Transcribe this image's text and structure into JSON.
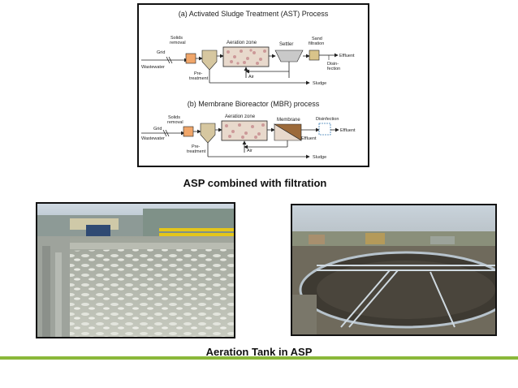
{
  "diagram": {
    "ast": {
      "title": "(a) Activated Sludge Treatment (AST) Process",
      "grid": "Grid",
      "solids_removal_1": "Solids",
      "solids_removal_2": "removal",
      "wastewater": "Wastewater",
      "pretreatment_1": "Pre-",
      "pretreatment_2": "treatment",
      "aeration_zone": "Aeration zone",
      "settler": "Settler",
      "sand_filtration_1": "Sand",
      "sand_filtration_2": "filtration",
      "effluent": "Effluent",
      "disinfection_1": "Disin-",
      "disinfection_2": "fection",
      "air": "Air",
      "sludge": "Sludge"
    },
    "mbr": {
      "title": "(b) Membrane Bioreactor (MBR) process",
      "grid": "Grid",
      "solids_removal_1": "Solids",
      "solids_removal_2": "removal",
      "wastewater": "Wastewater",
      "pretreatment_1": "Pre-",
      "pretreatment_2": "treatment",
      "aeration_zone": "Aeration zone",
      "membrane": "Membrane",
      "disinfection": "Disinfection",
      "effluent_inner": "Effluent",
      "effluent_outer": "Effluent",
      "air": "Air",
      "sludge": "Sludge"
    }
  },
  "captions": {
    "top": "ASP combined with filtration",
    "bottom": "Aeration Tank in ASP"
  },
  "colors": {
    "accent_line": "#8ab83a",
    "solids_box": "#f0a66a",
    "pretreatment": "#d6c7a0",
    "aeration_fill": "#e8d9cc",
    "settler": "#c9c9c9",
    "sand": "#d9c48a",
    "membrane": "#9c6a3a"
  }
}
